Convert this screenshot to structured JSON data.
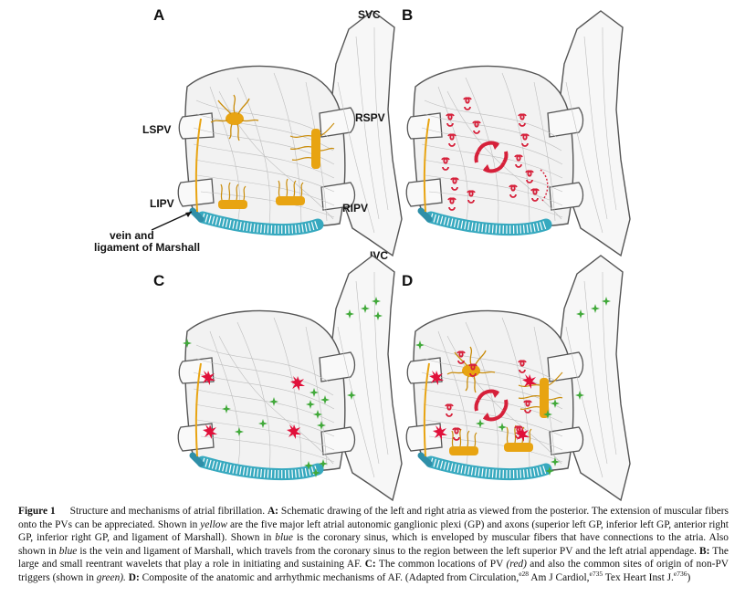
{
  "panels": [
    {
      "letter": "A"
    },
    {
      "letter": "B"
    },
    {
      "letter": "C"
    },
    {
      "letter": "D"
    }
  ],
  "labels": {
    "svc": "SVC",
    "lspv": "LSPV",
    "rspv": "RSPV",
    "lipv": "LIPV",
    "ripv": "RIPV",
    "ivc": "IVC",
    "vom_line1": "vein and",
    "vom_line2": "ligament of Marshall"
  },
  "colors": {
    "ganglionic_plexi": "#e8a412",
    "coronary_sinus": "#37a9bf",
    "pv_triggers": "#e0103a",
    "reentry_wavelets": "#d6203a",
    "non_pv_triggers": "#41a93a",
    "atria_outline": "#555555"
  },
  "caption": {
    "figure_number": "Figure 1",
    "title": "Structure and mechanisms of atrial fibrillation.",
    "a_head": "A:",
    "a_1": "Schematic drawing of the left and right atria as viewed from the posterior. The extension of muscular fibers onto the PVs can be appreciated. Shown in",
    "a_yellow": "yellow",
    "a_2": "are the five major left atrial autonomic ganglionic plexi (GP) and axons (superior left GP, inferior left GP, anterior right GP, inferior right GP, and ligament of Marshall). Shown in",
    "a_blue": "blue",
    "a_3": "is the coronary sinus, which is enveloped by muscular fibers that have connections to the atria. Also shown in",
    "a_blue2": "blue",
    "a_4": "is the vein and ligament of Marshall, which travels from the coronary sinus to the region between the left superior PV and the left atrial appendage.",
    "b_head": "B:",
    "b_1": "The large and small reentrant wavelets that play a role in initiating and sustaining AF.",
    "c_head": "C:",
    "c_1": "The common locations of PV",
    "c_red": "(red)",
    "c_2": "and also the common sites of origin of non-PV triggers (shown in",
    "c_green": "green).",
    "d_head": "D:",
    "d_1": "Composite of the anatomic and arrhythmic mechanisms of AF. (Adapted from Circulation,",
    "ref1": "e28",
    "d_2": "Am J Cardiol,",
    "ref2": "e735",
    "d_3": "Tex Heart Inst J.",
    "ref3": "e736",
    "d_4": ")"
  }
}
